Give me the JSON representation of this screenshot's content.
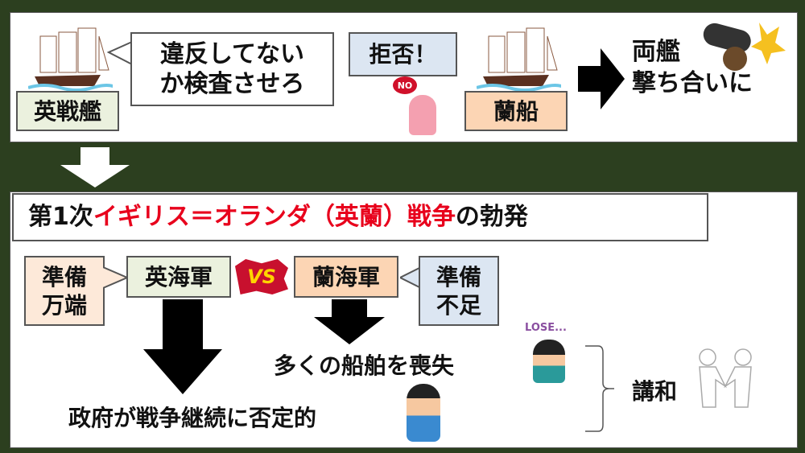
{
  "top": {
    "english_warship": "英戦艦",
    "demand": [
      "違反してない",
      "か検査させろ"
    ],
    "refusal": "拒否！",
    "no_sign": "NO",
    "dutch_ship": "蘭船",
    "result": [
      "両艦",
      "撃ち合いに"
    ]
  },
  "bottom": {
    "title_prefix": "第1次",
    "title_highlight": "イギリス＝オランダ（英蘭）戦争",
    "title_suffix": "の勃発",
    "english_prep": [
      "準備",
      "万端"
    ],
    "english_navy": "英海軍",
    "vs": "VS",
    "dutch_navy": "蘭海軍",
    "dutch_prep": [
      "準備",
      "不足"
    ],
    "dutch_loss": "多くの船舶を喪失",
    "lose_label": "LOSE...",
    "english_gov": "政府が戦争継続に否定的",
    "peace": "講和"
  },
  "colors": {
    "background": "#2c3f1f",
    "highlight": "#e8001c"
  }
}
